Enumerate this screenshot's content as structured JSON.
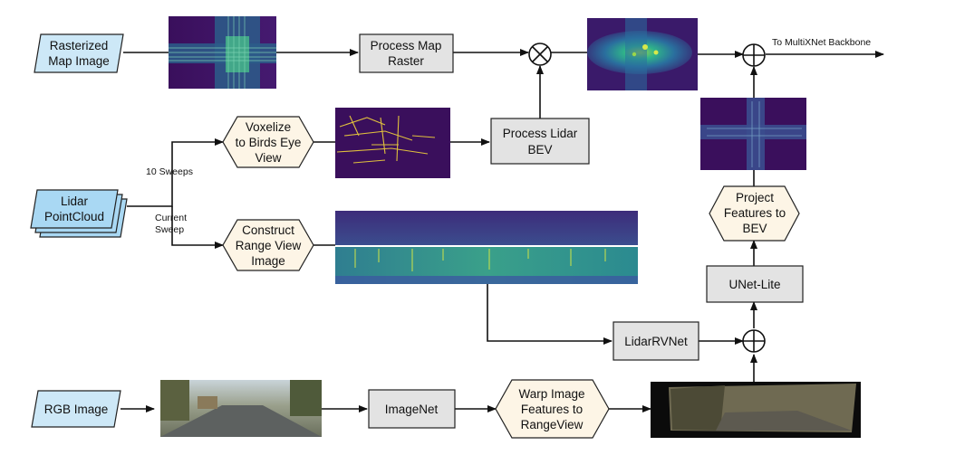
{
  "inputs": {
    "map_image": [
      "Rasterized",
      "Map Image"
    ],
    "lidar": [
      "Lidar",
      "PointCloud"
    ],
    "rgb": "RGB Image"
  },
  "process_nodes": {
    "process_map_raster": [
      "Process Map",
      "Raster"
    ],
    "process_lidar_bev": [
      "Process Lidar",
      "BEV"
    ],
    "imagenet": "ImageNet",
    "lidarrvnet": "LidarRVNet",
    "unet_lite": "UNet-Lite"
  },
  "hex_nodes": {
    "voxelize": [
      "Voxelize",
      "to Birds Eye",
      "View"
    ],
    "construct_range_view": [
      "Construct",
      "Range View",
      "Image"
    ],
    "warp_image": [
      "Warp Image",
      "Features to",
      "RangeView"
    ],
    "project_features": [
      "Project",
      "Features to",
      "BEV"
    ]
  },
  "edge_labels": {
    "sweeps": "10 Sweeps",
    "current_sweep": [
      "Current",
      "Sweep"
    ],
    "output": "To MultiXNet Backbone"
  },
  "operators": {
    "multiply": "⊗",
    "add": "⊕"
  },
  "colors": {
    "input_fill": "#cde8f7",
    "input_stroke": "#222222",
    "lidar_fill": "#a9d8f3",
    "process_fill": "#e3e3e3",
    "hex_fill": "#fdf5e6",
    "arrow": "#111111",
    "viridis_dark": "#3a0f5c",
    "viridis_mid": "#2b7f8e",
    "viridis_light": "#7ad151",
    "viridis_yellow": "#f5e52a"
  }
}
